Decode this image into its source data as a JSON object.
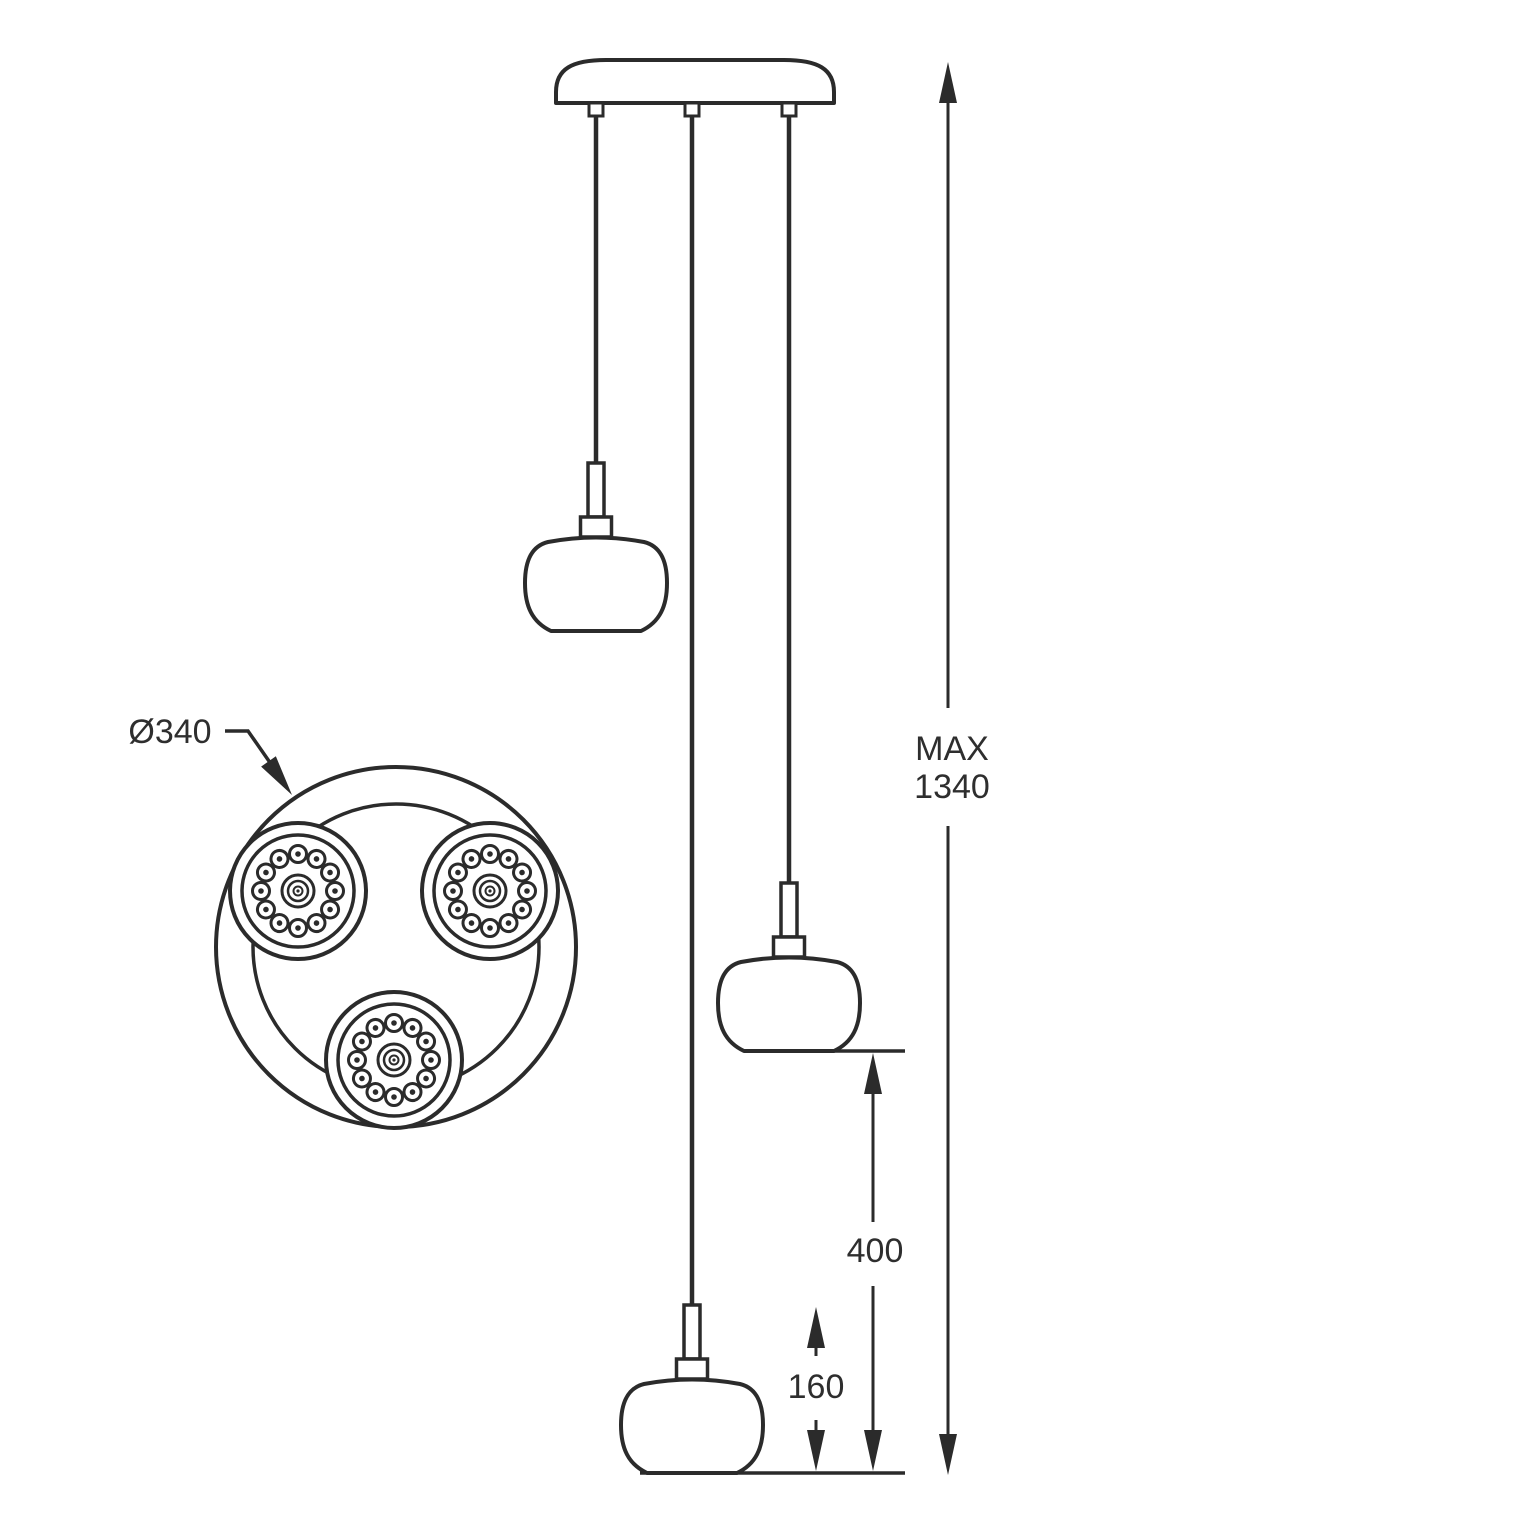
{
  "colors": {
    "background": "#ffffff",
    "line": "#2b2b2b",
    "text": "#2e2e2e"
  },
  "dimensions": {
    "diameter_label": "Ø340",
    "max_height_word": "MAX",
    "max_height_value": "1340",
    "drop_spacing_value": "400",
    "lamp_height_value": "160"
  }
}
